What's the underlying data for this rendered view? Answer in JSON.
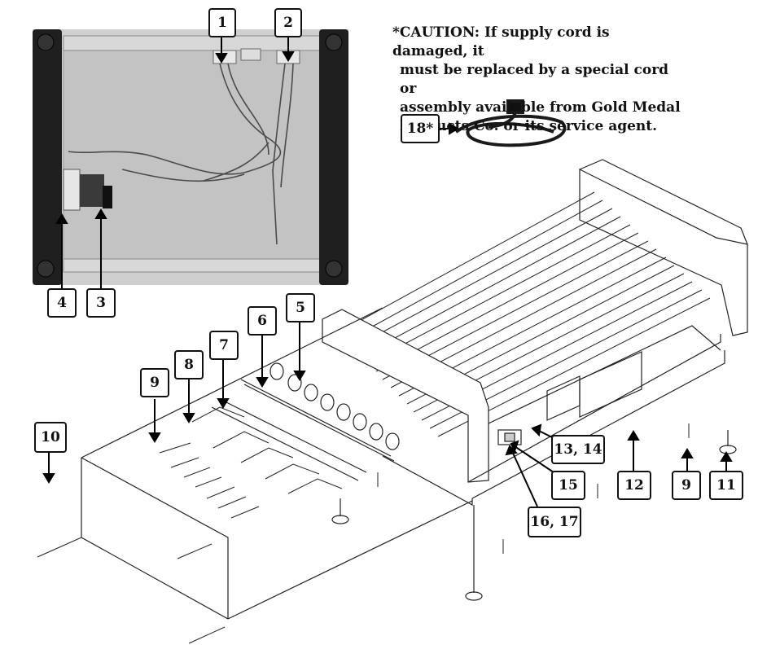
{
  "caution": {
    "lines": [
      "*CAUTION: If supply cord is damaged, it",
      "must be replaced by a special cord or",
      "assembly available from Gold Medal",
      "Products Co. or its service agent."
    ]
  },
  "callouts": [
    {
      "id": "c1",
      "label": "1"
    },
    {
      "id": "c2",
      "label": "2"
    },
    {
      "id": "c3",
      "label": "3"
    },
    {
      "id": "c4",
      "label": "4"
    },
    {
      "id": "c5",
      "label": "5"
    },
    {
      "id": "c6",
      "label": "6"
    },
    {
      "id": "c7",
      "label": "7"
    },
    {
      "id": "c8",
      "label": "8"
    },
    {
      "id": "c9a",
      "label": "9"
    },
    {
      "id": "c9b",
      "label": "9"
    },
    {
      "id": "c10",
      "label": "10"
    },
    {
      "id": "c11",
      "label": "11"
    },
    {
      "id": "c12",
      "label": "12"
    },
    {
      "id": "c13",
      "label": "13, 14"
    },
    {
      "id": "c15",
      "label": "15"
    },
    {
      "id": "c16",
      "label": "16, 17"
    },
    {
      "id": "c18",
      "label": "18*"
    }
  ]
}
